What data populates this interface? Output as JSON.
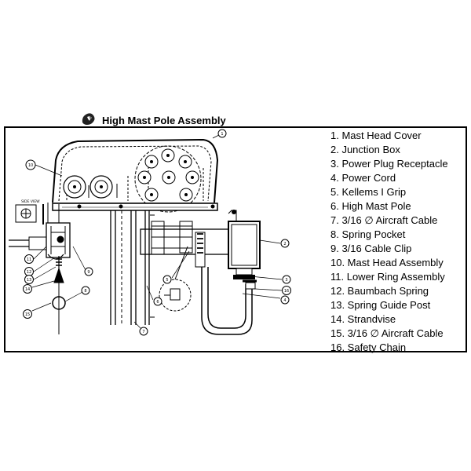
{
  "title": "High Mast Pole Assembly",
  "side_view_label": "SIDE VIEW",
  "legend": [
    "1. Mast Head Cover",
    "2. Junction Box",
    "3. Power Plug Receptacle",
    "4. Power Cord",
    "5. Kellems I Grip",
    "6. High Mast Pole",
    "7. 3/16 ∅ Aircraft Cable",
    "8. Spring Pocket",
    "9. 3/16 Cable Clip",
    "10. Mast Head Assembly",
    "11. Lower Ring Assembly",
    "12. Baumbach Spring",
    "13. Spring Guide Post",
    "14. Strandvise",
    "15. 3/16 ∅ Aircraft Cable",
    "16. Safety Chain"
  ],
  "callouts": [
    "1",
    "10",
    "2",
    "3",
    "16",
    "4",
    "5",
    "6",
    "7",
    "9",
    "11",
    "12",
    "13",
    "14",
    "15",
    "8"
  ]
}
